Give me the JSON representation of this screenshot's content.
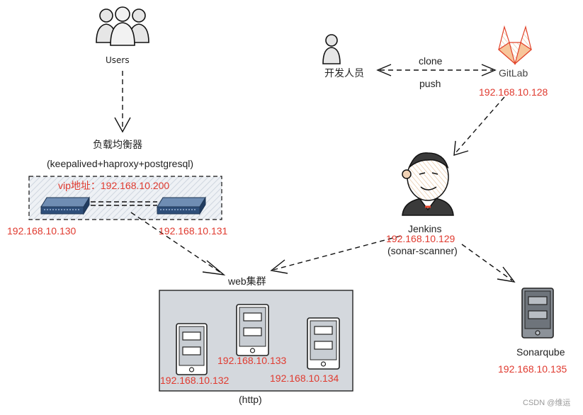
{
  "users": {
    "label": "Users"
  },
  "developer": {
    "label": "开发人员"
  },
  "gitlab": {
    "label": "GitLab",
    "ip": "192.168.10.128"
  },
  "edges": {
    "clone": "clone",
    "push": "push"
  },
  "load_balancer": {
    "title": "负载均衡器",
    "subtitle": "(keepalived+haproxy+postgresql)",
    "vip": "vip地址：192.168.10.200",
    "node_a_ip": "192.168.10.130",
    "node_b_ip": "192.168.10.131"
  },
  "jenkins": {
    "label": "Jenkins",
    "ip": "192.168.10.129",
    "note": "(sonar-scanner)"
  },
  "web_cluster": {
    "label": "web集群",
    "protocol": "(http)",
    "servers": [
      {
        "ip": "192.168.10.132"
      },
      {
        "ip": "192.168.10.133"
      },
      {
        "ip": "192.168.10.134"
      }
    ]
  },
  "sonarqube": {
    "label": "Sonarqube",
    "ip": "192.168.10.135"
  },
  "watermark": "CSDN @维运",
  "colors": {
    "ip_text": "#e03a2f",
    "gitlab_orange": "#f28a2e",
    "server_gray": "#c8cdd3",
    "switch_blue": "#2f4f7a"
  }
}
